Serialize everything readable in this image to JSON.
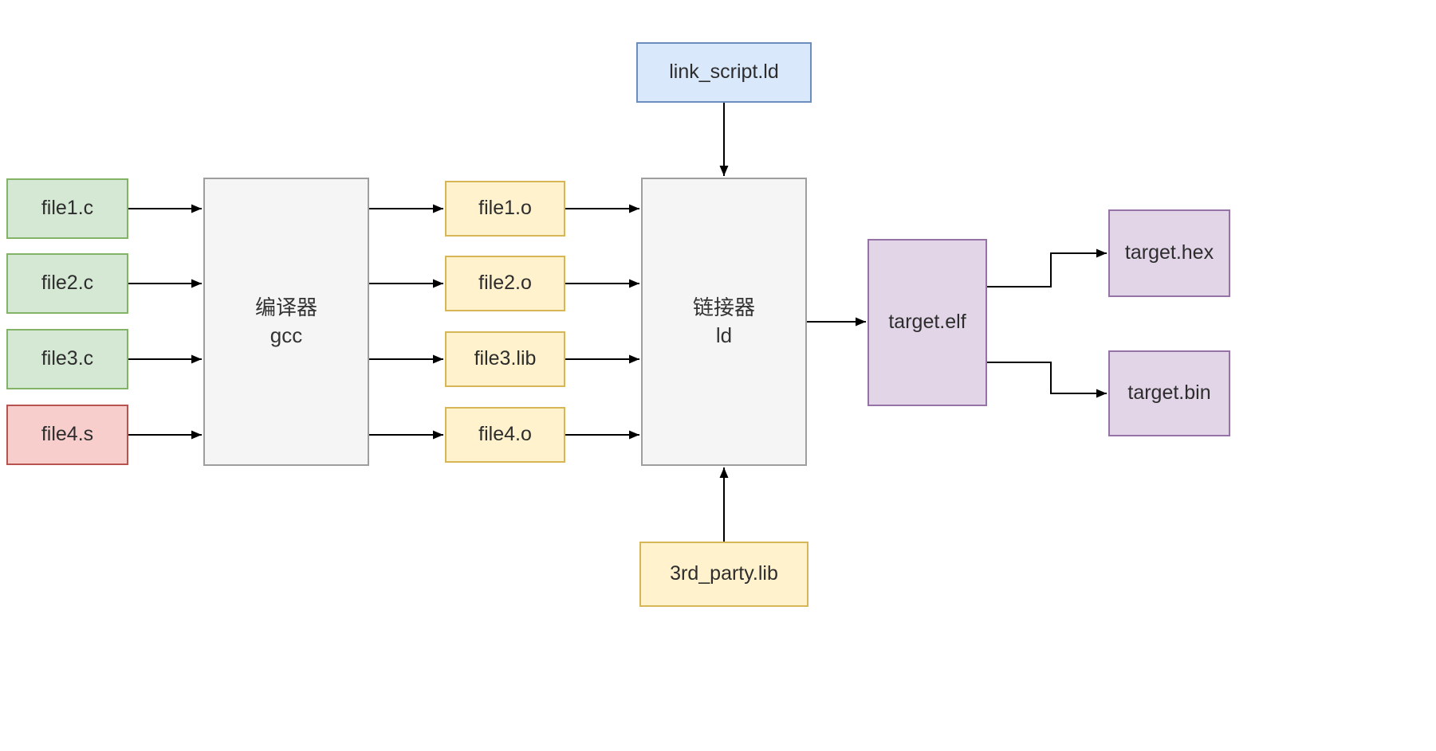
{
  "diagram_title": "build-toolchain-flow",
  "palette": {
    "source_fill": "#d5e8d4",
    "source_stroke": "#82b366",
    "assembly_fill": "#f8cecc",
    "assembly_stroke": "#b85450",
    "object_fill": "#fff2cc",
    "object_stroke": "#d6b656",
    "linker_script_fill": "#dae8fc",
    "linker_script_stroke": "#6c8ebf",
    "tool_fill": "#f5f5f5",
    "tool_stroke": "#9e9e9e",
    "target_fill": "#e1d5e7",
    "target_stroke": "#9673a6",
    "arrow_color": "#000000"
  },
  "nodes": {
    "file1_c": {
      "label": "file1.c"
    },
    "file2_c": {
      "label": "file2.c"
    },
    "file3_c": {
      "label": "file3.c"
    },
    "file4_s": {
      "label": "file4.s"
    },
    "compiler": {
      "line1": "编译器",
      "line2": "gcc"
    },
    "file1_o": {
      "label": "file1.o"
    },
    "file2_o": {
      "label": "file2.o"
    },
    "file3_lib": {
      "label": "file3.lib"
    },
    "file4_o": {
      "label": "file4.o"
    },
    "link_script": {
      "label": "link_script.ld"
    },
    "linker": {
      "line1": "链接器",
      "line2": "ld"
    },
    "third_party_lib": {
      "label": "3rd_party.lib"
    },
    "target_elf": {
      "label": "target.elf"
    },
    "target_hex": {
      "label": "target.hex"
    },
    "target_bin": {
      "label": "target.bin"
    }
  },
  "edges": [
    {
      "from": "file1_c",
      "to": "compiler"
    },
    {
      "from": "file2_c",
      "to": "compiler"
    },
    {
      "from": "file3_c",
      "to": "compiler"
    },
    {
      "from": "file4_s",
      "to": "compiler"
    },
    {
      "from": "compiler",
      "to": "file1_o"
    },
    {
      "from": "compiler",
      "to": "file2_o"
    },
    {
      "from": "compiler",
      "to": "file3_lib"
    },
    {
      "from": "compiler",
      "to": "file4_o"
    },
    {
      "from": "file1_o",
      "to": "linker"
    },
    {
      "from": "file2_o",
      "to": "linker"
    },
    {
      "from": "file3_lib",
      "to": "linker"
    },
    {
      "from": "file4_o",
      "to": "linker"
    },
    {
      "from": "link_script",
      "to": "linker"
    },
    {
      "from": "third_party_lib",
      "to": "linker"
    },
    {
      "from": "linker",
      "to": "target_elf"
    },
    {
      "from": "target_elf",
      "to": "target_hex"
    },
    {
      "from": "target_elf",
      "to": "target_bin"
    }
  ]
}
